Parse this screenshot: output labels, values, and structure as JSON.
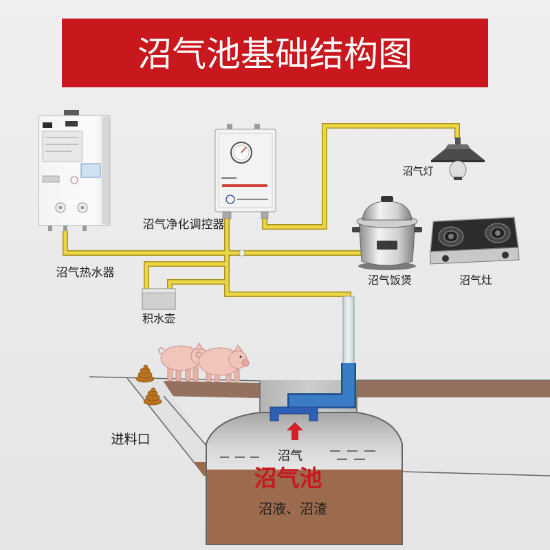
{
  "title": "沼气池基础结构图",
  "labels": {
    "water_heater": "沼气热水器",
    "controller": "沼气净化调控器",
    "lamp": "沼气灯",
    "rice_cooker": "沼气饭煲",
    "stove": "沼气灶",
    "water_trap": "积水壶",
    "inlet": "进料口",
    "gas": "沼气",
    "digester": "沼气池",
    "slurry": "沼液、沼渣"
  },
  "colors": {
    "title_bg": "#c8171d",
    "title_text": "#ffffff",
    "pipe": "#ecd645",
    "slurry": "#9c6a4c",
    "gas_outlet": "#3b7cc6",
    "digester_label": "#c8171d",
    "arrow": "#d12029"
  }
}
